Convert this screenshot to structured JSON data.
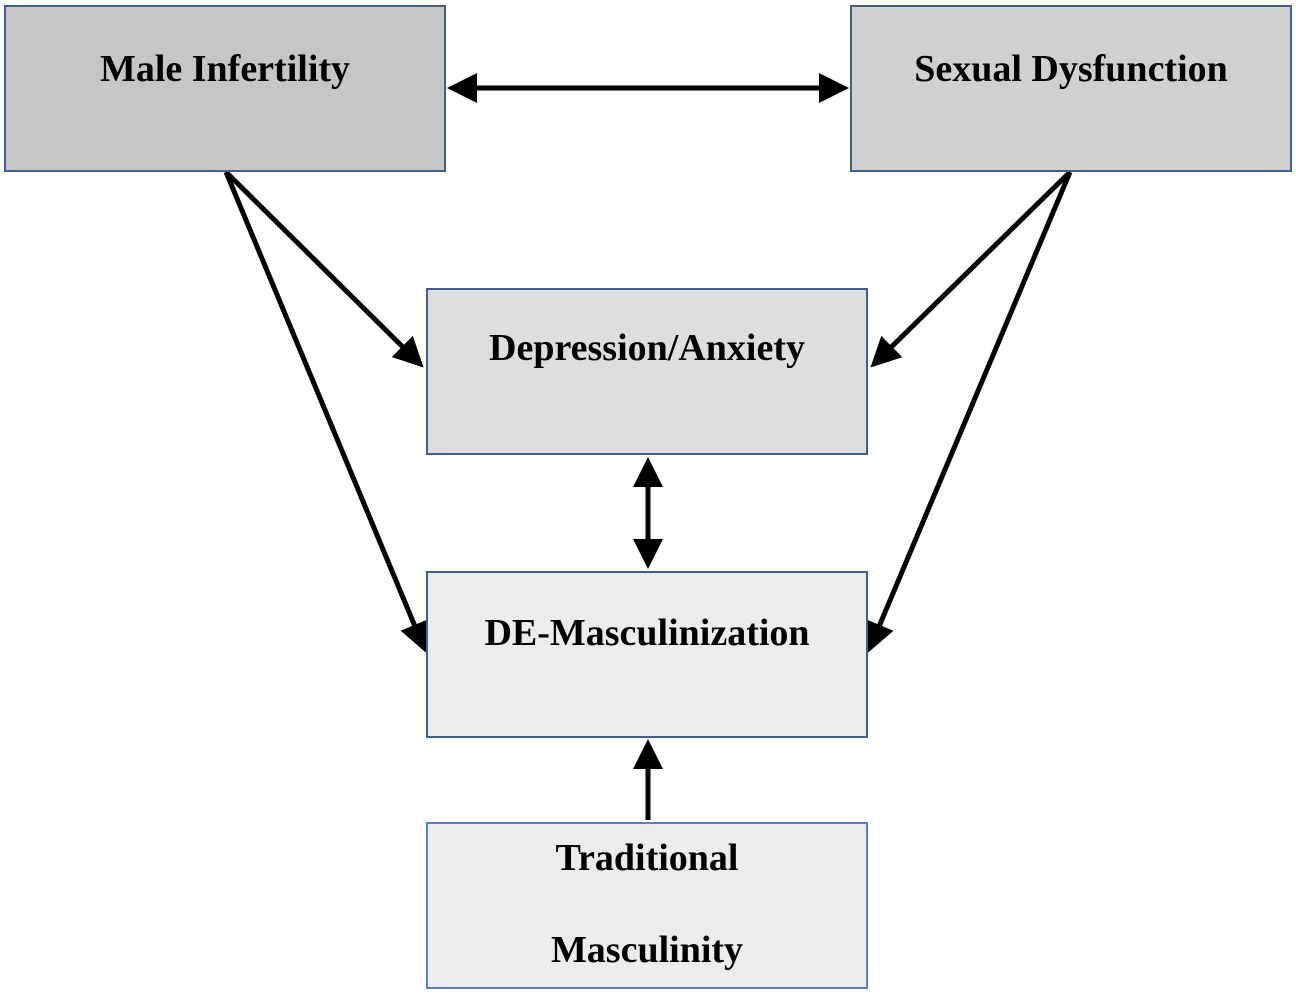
{
  "nodes": {
    "male_infertility": "Male Infertility",
    "sexual_dysfunction": "Sexual Dysfunction",
    "depression_anxiety": "Depression/Anxiety",
    "de_masculinization": "DE-Masculinization",
    "traditional_masculinity_line1": "Traditional",
    "traditional_masculinity_line2": "Masculinity"
  },
  "edges": [
    {
      "from": "male_infertility",
      "to": "sexual_dysfunction",
      "direction": "bidirectional"
    },
    {
      "from": "male_infertility",
      "to": "depression_anxiety",
      "direction": "forward"
    },
    {
      "from": "male_infertility",
      "to": "de_masculinization",
      "direction": "forward"
    },
    {
      "from": "sexual_dysfunction",
      "to": "depression_anxiety",
      "direction": "forward"
    },
    {
      "from": "sexual_dysfunction",
      "to": "de_masculinization",
      "direction": "forward"
    },
    {
      "from": "depression_anxiety",
      "to": "de_masculinization",
      "direction": "bidirectional"
    },
    {
      "from": "traditional_masculinity",
      "to": "de_masculinization",
      "direction": "forward"
    }
  ],
  "colors": {
    "border": "#3f5f8f",
    "arrow": "#000000"
  }
}
